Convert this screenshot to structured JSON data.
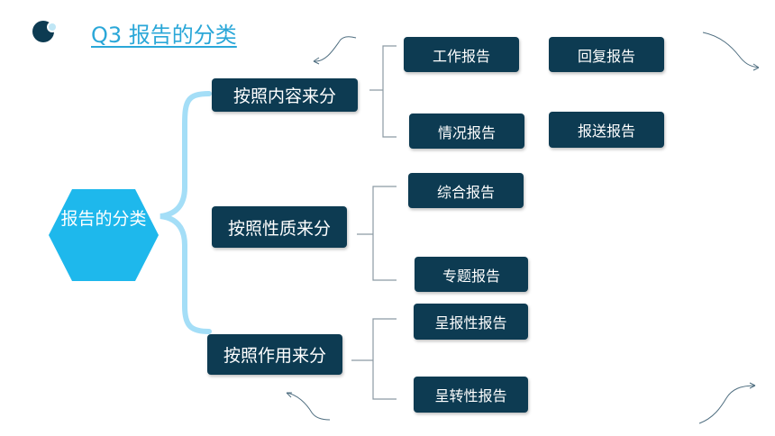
{
  "title": "Q3 报告的分类",
  "root": {
    "label": "报告的分类"
  },
  "categories": [
    {
      "label": "按照内容来分",
      "items": [
        "工作报告",
        "回复报告",
        "情况报告",
        "报送报告"
      ]
    },
    {
      "label": "按照性质来分",
      "items": [
        "综合报告",
        "专题报告"
      ]
    },
    {
      "label": "按照作用来分",
      "items": [
        "呈报性报告",
        "呈转性报告"
      ]
    }
  ],
  "colors": {
    "box": "#0d3b52",
    "root": "#1eb8ec",
    "brace": "#a4def7",
    "title": "#2aa7d8"
  }
}
